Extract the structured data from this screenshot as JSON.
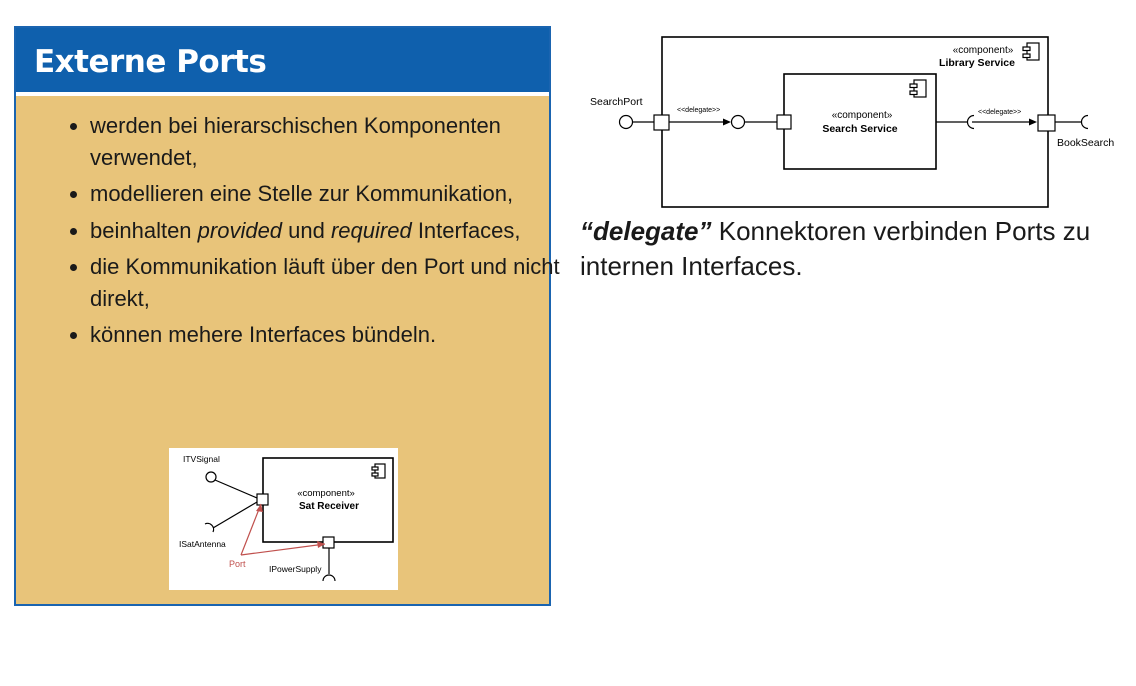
{
  "left_panel": {
    "title": "Externe Ports",
    "bullets": [
      {
        "pre": "werden bei hierarschischen Komponenten verwendet,"
      },
      {
        "pre": "modellieren eine Stelle zur Kommunikation,"
      },
      {
        "pre": "beinhalten ",
        "em1": "provided",
        "mid": " und ",
        "em2": "required",
        "post": " Interfaces,"
      },
      {
        "pre": "die Kommunikation läuft über den Port und nicht direkt,"
      },
      {
        "pre": "können mehere Interfaces bündeln."
      }
    ],
    "sat_figure": {
      "stereotype": "«component»",
      "name": "Sat Receiver",
      "provided_interface": "ITVSignal",
      "required_interface": "ISatAntenna",
      "power_interface": "IPowerSupply",
      "port_label": "Port",
      "port_color": "#c0504d"
    }
  },
  "right_panel": {
    "figure": {
      "outer_stereotype": "«component»",
      "outer_name": "Library Service",
      "inner_stereotype": "«component»",
      "inner_name": "Search Service",
      "left_port_label": "SearchPort",
      "right_port_label": "BookSearch",
      "delegate_left": "<<delegate>>",
      "delegate_right": "<<delegate>>"
    },
    "text": {
      "keyword": "“delegate”",
      "rest": " Konnektoren verbinden Ports zu internen Interfaces."
    }
  }
}
